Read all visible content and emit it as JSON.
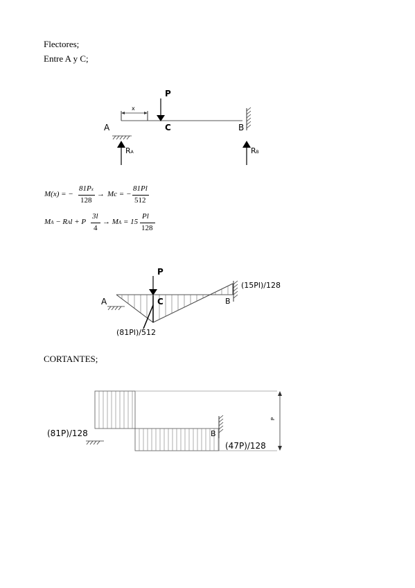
{
  "text": {
    "heading_flectores": "Flectores;",
    "heading_entre": "Entre A y C;",
    "heading_cortantes": "CORTANTES;"
  },
  "beam": {
    "load_label": "P",
    "x_label": "x",
    "point_a": "A",
    "point_c": "C",
    "point_b": "B",
    "reaction_a": "R",
    "reaction_a_sub": "A",
    "reaction_b": "R",
    "reaction_b_sub": "B"
  },
  "equations": {
    "eq1_lhs": "M(x) = −",
    "eq1_num": "81P",
    "eq1_num_sub": "x",
    "eq1_den": "128",
    "eq1_arrow": "→",
    "eq1_mid": "Mc = −",
    "eq1_num2": "81Pl",
    "eq1_den2": "512",
    "eq2_lhs": "M",
    "eq2_lhs_sub": "A",
    "eq2_minus": " − R",
    "eq2_ra_sub": "A",
    "eq2_l_plus": "l + P",
    "eq2_num": "3l",
    "eq2_den": "4",
    "eq2_arrow": "→ M",
    "eq2_ma_sub": "A",
    "eq2_eq": " = 15",
    "eq2_num2": "Pl",
    "eq2_den2": "128"
  },
  "moment_diagram": {
    "load_label": "P",
    "point_a": "A",
    "point_c": "C",
    "point_b": "B",
    "value_b": "(15Pl)/128",
    "value_c": "(81Pl)/512"
  },
  "shear_diagram": {
    "value_left": "(81P)/128",
    "value_right": "(47P)/128",
    "point_b": "B",
    "dimension_label": "P"
  }
}
